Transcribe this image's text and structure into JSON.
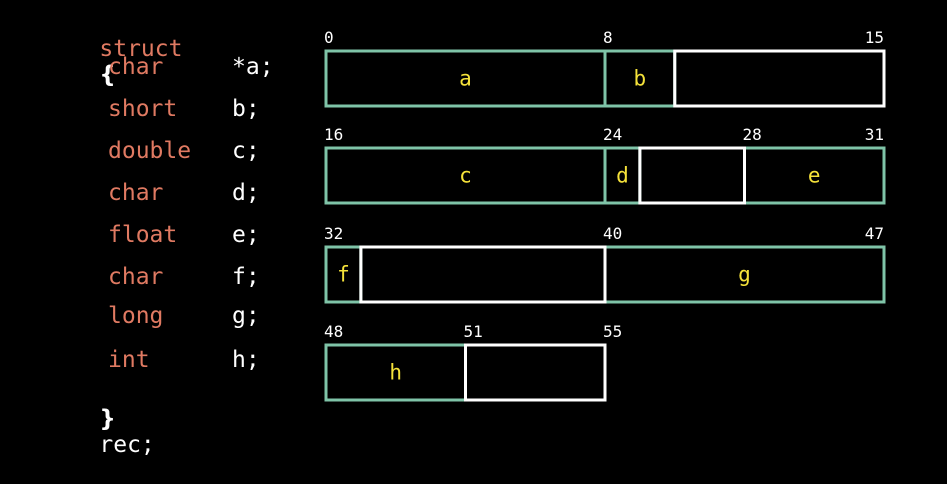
{
  "code": {
    "keyword_struct": "struct",
    "open_brace": "{",
    "close_brace": "}",
    "closing_name": "rec;",
    "fields": [
      {
        "type": "char",
        "decl": "*a;"
      },
      {
        "type": "short",
        "decl": "b;"
      },
      {
        "type": "double",
        "decl": "c;"
      },
      {
        "type": "char",
        "decl": "d;"
      },
      {
        "type": "float",
        "decl": "e;"
      },
      {
        "type": "char",
        "decl": "f;"
      },
      {
        "type": "long",
        "decl": "g;"
      },
      {
        "type": "int",
        "decl": "h;"
      }
    ]
  },
  "memory_rows": [
    {
      "ticks": [
        {
          "label": "0",
          "offset": 0
        },
        {
          "label": "8",
          "offset": 8
        },
        {
          "label": "15",
          "offset": 16
        }
      ],
      "cells": [
        {
          "start": 0,
          "end": 8,
          "label": "a",
          "kind": "field"
        },
        {
          "start": 8,
          "end": 10,
          "label": "b",
          "kind": "field"
        },
        {
          "start": 10,
          "end": 16,
          "label": "",
          "kind": "padding"
        }
      ]
    },
    {
      "ticks": [
        {
          "label": "16",
          "offset": 0
        },
        {
          "label": "24",
          "offset": 8
        },
        {
          "label": "28",
          "offset": 12
        },
        {
          "label": "31",
          "offset": 16
        }
      ],
      "cells": [
        {
          "start": 0,
          "end": 8,
          "label": "c",
          "kind": "field"
        },
        {
          "start": 8,
          "end": 9,
          "label": "d",
          "kind": "field"
        },
        {
          "start": 9,
          "end": 12,
          "label": "",
          "kind": "padding"
        },
        {
          "start": 12,
          "end": 16,
          "label": "e",
          "kind": "field"
        }
      ]
    },
    {
      "ticks": [
        {
          "label": "32",
          "offset": 0
        },
        {
          "label": "40",
          "offset": 8
        },
        {
          "label": "47",
          "offset": 16
        }
      ],
      "cells": [
        {
          "start": 0,
          "end": 1,
          "label": "f",
          "kind": "field"
        },
        {
          "start": 1,
          "end": 8,
          "label": "",
          "kind": "padding"
        },
        {
          "start": 8,
          "end": 16,
          "label": "g",
          "kind": "field"
        }
      ]
    },
    {
      "ticks": [
        {
          "label": "48",
          "offset": 0
        },
        {
          "label": "51",
          "offset": 4
        },
        {
          "label": "55",
          "offset": 8
        }
      ],
      "cells": [
        {
          "start": 0,
          "end": 4,
          "label": "h",
          "kind": "field"
        },
        {
          "start": 4,
          "end": 8,
          "label": "",
          "kind": "padding"
        }
      ]
    }
  ],
  "colors": {
    "keyword": "#e07a62",
    "identifier": "#ffffff",
    "field_border": "#7fc4a8",
    "padding_border": "#ffffff",
    "field_label": "#f5e23a",
    "tick_label": "#ffffff",
    "background": "#000000"
  }
}
